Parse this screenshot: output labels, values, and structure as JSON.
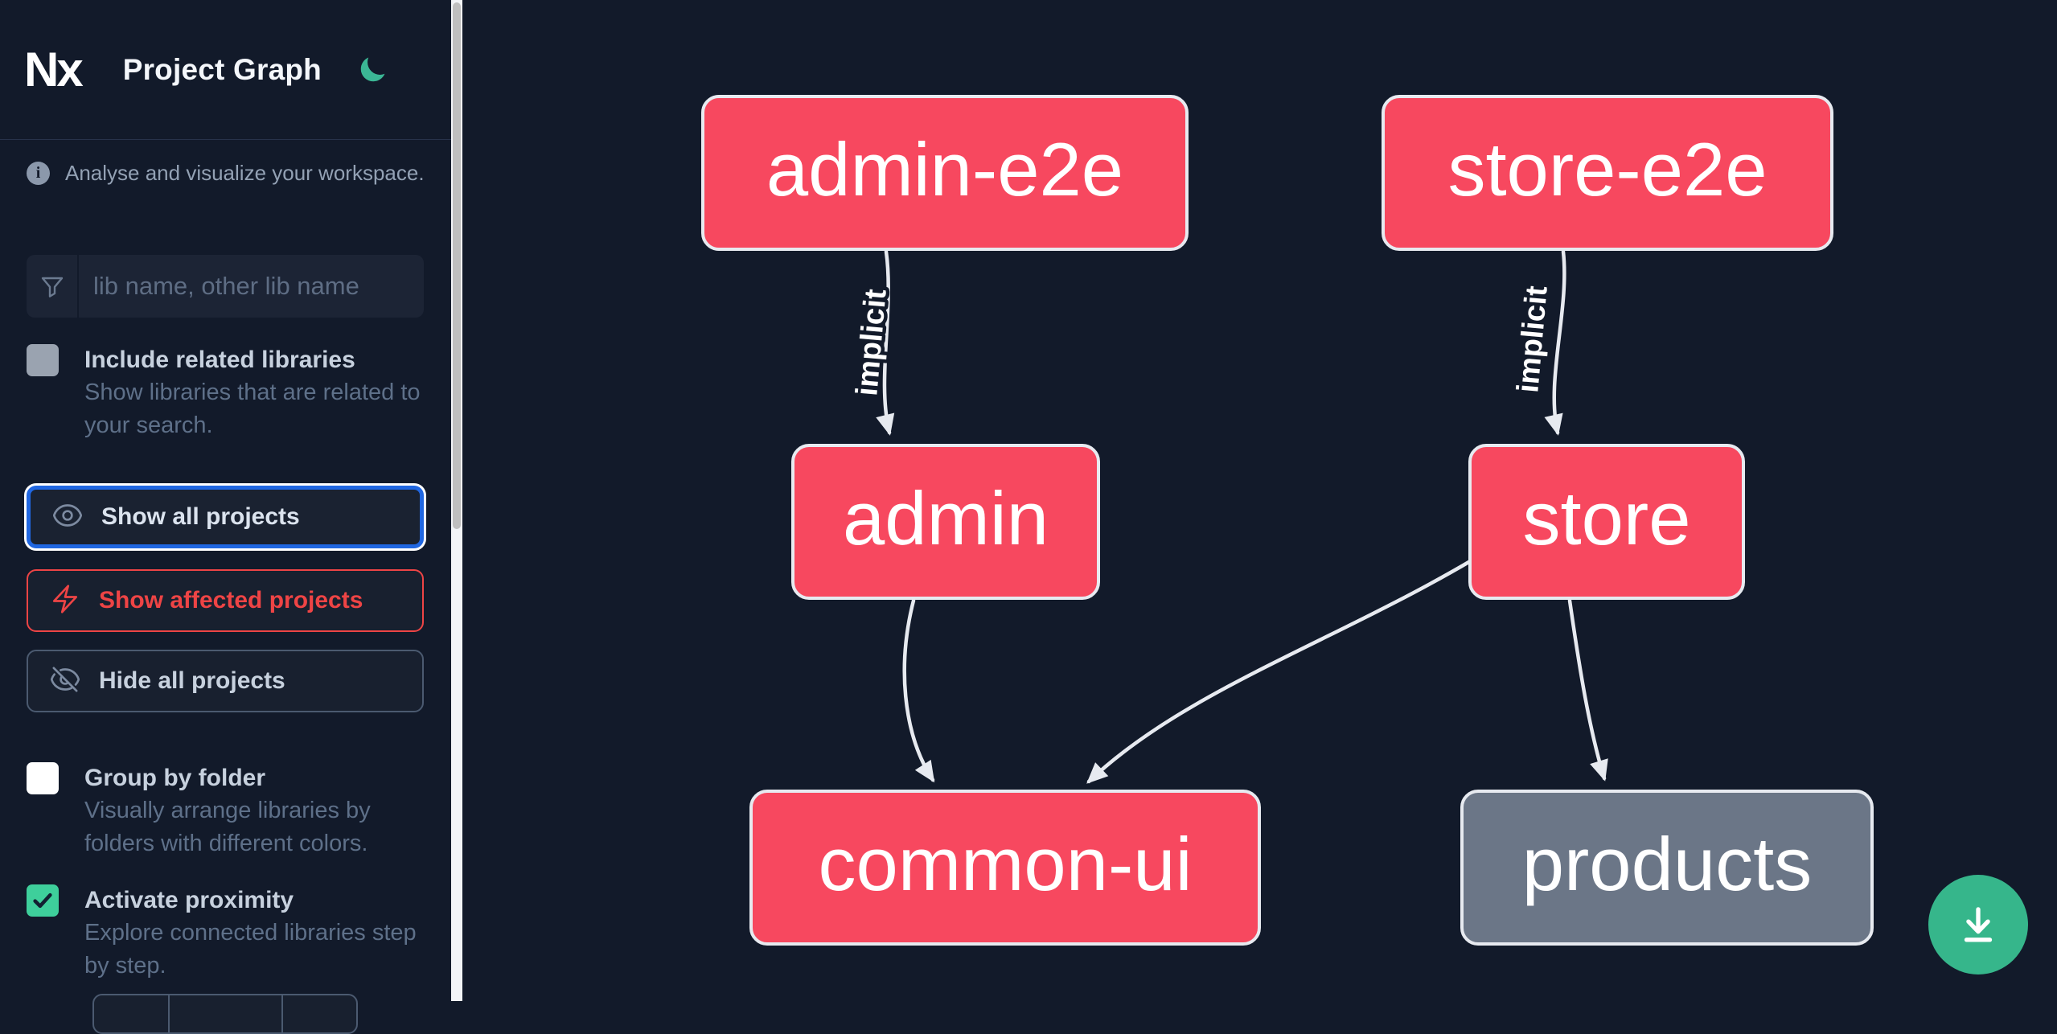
{
  "app": {
    "logo_text": "Nx",
    "title": "Project Graph",
    "theme_toggle_icon": "moon-icon"
  },
  "sidebar": {
    "info": {
      "icon": "info-icon",
      "text": "Analyse and visualize your workspace."
    },
    "search": {
      "icon": "filter-funnel-icon",
      "placeholder": "lib name, other lib name",
      "value": ""
    },
    "toggles": [
      {
        "label": "Include related libraries",
        "description_line1": "Show libraries that are related to",
        "description_line2": "your search.",
        "checked": false,
        "enabled": false
      },
      {
        "label": "Group by folder",
        "description_line1": "Visually arrange libraries by",
        "description_line2": "folders with different colors.",
        "checked": false,
        "enabled": true
      },
      {
        "label": "Activate proximity",
        "description_line1": "Explore connected libraries step",
        "description_line2": "by step.",
        "checked": true,
        "enabled": true
      }
    ],
    "buttons": [
      {
        "label": "Show all projects",
        "icon": "eye-icon",
        "state": "focused"
      },
      {
        "label": "Show affected projects",
        "icon": "bolt-icon",
        "state": "danger"
      },
      {
        "label": "Hide all projects",
        "icon": "eye-off-icon",
        "state": "default"
      }
    ]
  },
  "graph": {
    "nodes": [
      {
        "id": "admin-e2e",
        "label": "admin-e2e",
        "color": "#f7485f"
      },
      {
        "id": "store-e2e",
        "label": "store-e2e",
        "color": "#f7485f"
      },
      {
        "id": "admin",
        "label": "admin",
        "color": "#f7485f"
      },
      {
        "id": "store",
        "label": "store",
        "color": "#f7485f"
      },
      {
        "id": "common-ui",
        "label": "common-ui",
        "color": "#f7485f"
      },
      {
        "id": "products",
        "label": "products",
        "color": "#6b7687"
      }
    ],
    "edges": [
      {
        "source": "admin-e2e",
        "target": "admin",
        "label": "implicit"
      },
      {
        "source": "store-e2e",
        "target": "store",
        "label": "implicit"
      },
      {
        "source": "admin",
        "target": "common-ui",
        "label": ""
      },
      {
        "source": "store",
        "target": "common-ui",
        "label": ""
      },
      {
        "source": "store",
        "target": "products",
        "label": ""
      }
    ]
  },
  "fab": {
    "icon": "download-icon"
  },
  "colors": {
    "background": "#121a2a",
    "node_pink": "#f7485f",
    "node_gray": "#6b7687",
    "node_border": "#e7eaf0",
    "edge": "#e7eaf0",
    "accent_green": "#3bb795",
    "checkbox_green": "#3ecf9b",
    "focus_blue": "#2067e2",
    "danger_red": "#ee4445",
    "scrollbar_track": "#f2f4f7",
    "scrollbar_thumb": "#bfbfbf"
  }
}
